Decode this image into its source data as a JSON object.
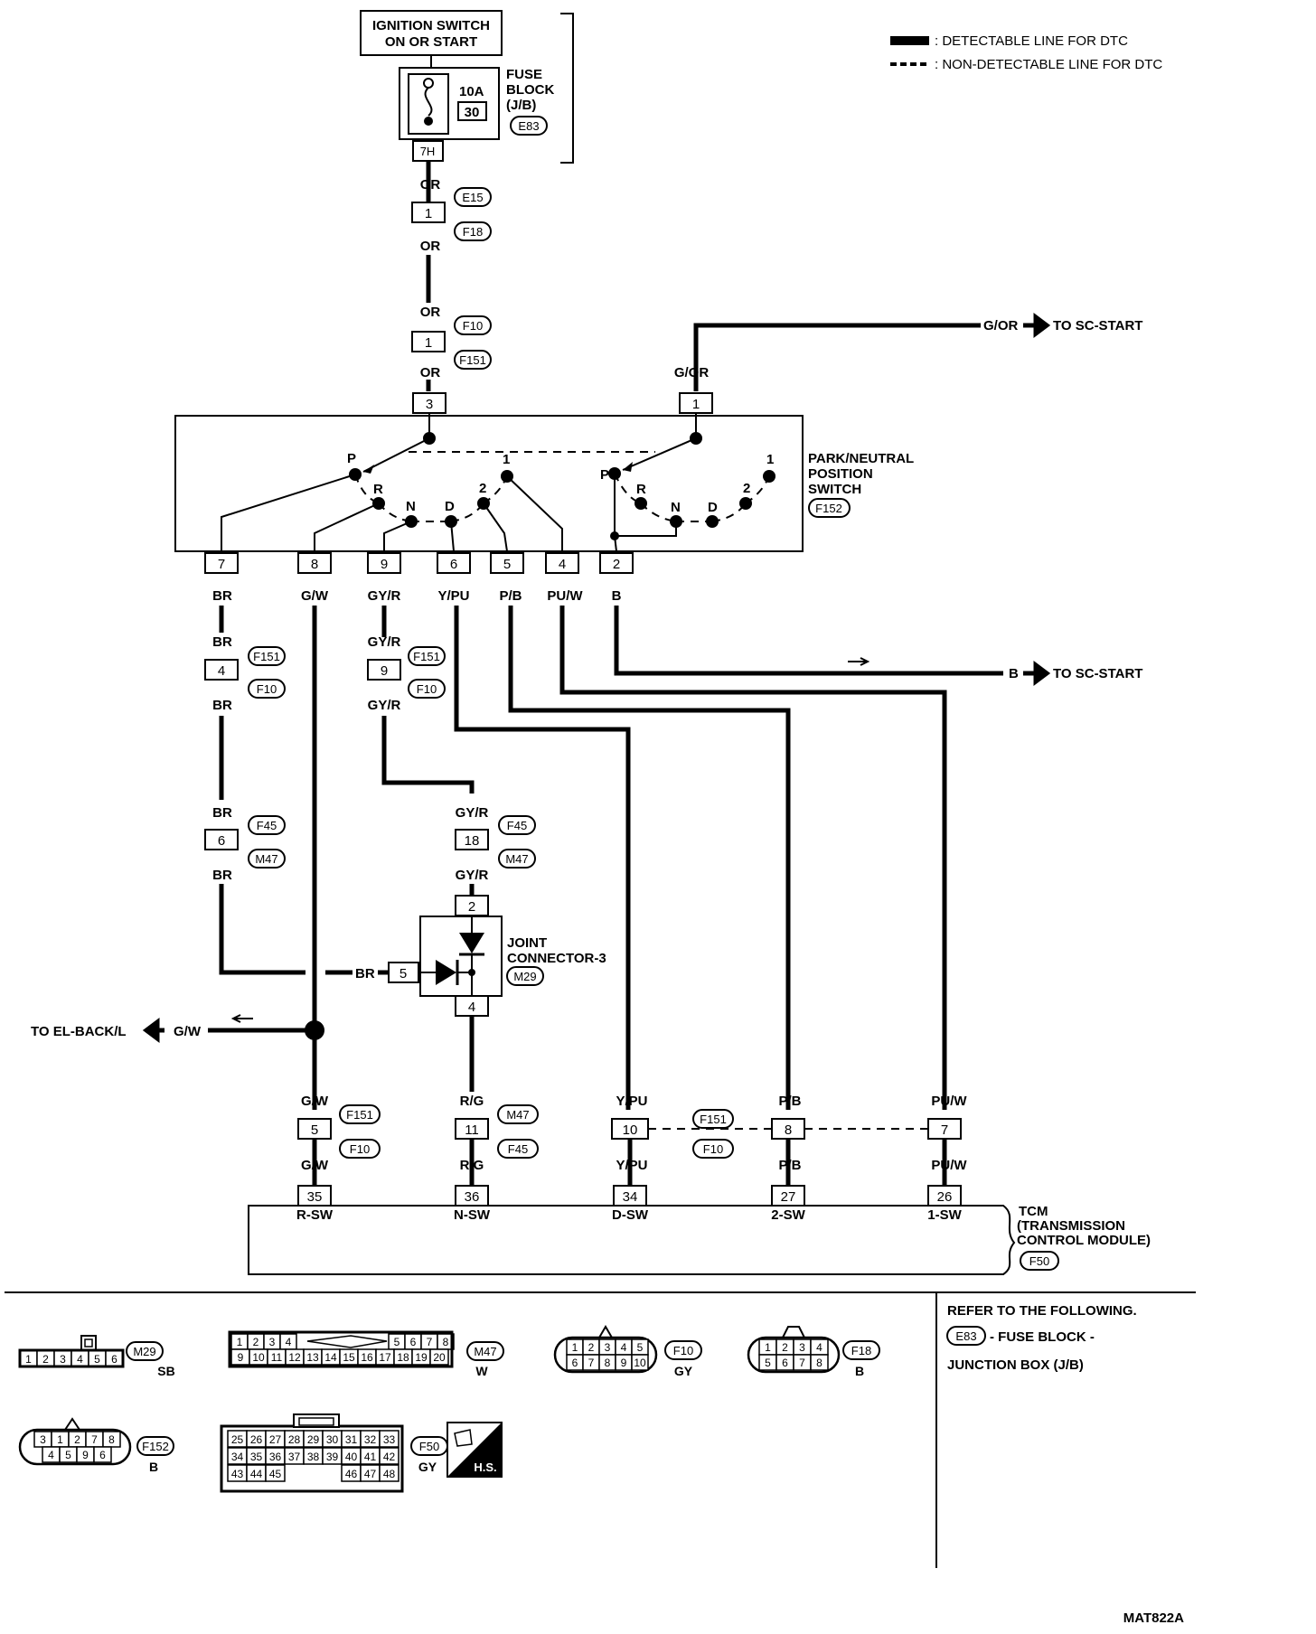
{
  "legend": {
    "detectable": ": DETECTABLE LINE FOR DTC",
    "non_detectable": ": NON-DETECTABLE LINE FOR DTC"
  },
  "power": {
    "ign_line1": "IGNITION SWITCH",
    "ign_line2": "ON OR START",
    "fuse_amp": "10A",
    "fuse_no": "30",
    "fuse_l1": "FUSE",
    "fuse_l2": "BLOCK",
    "fuse_l3": "(J/B)",
    "fuse_conn": "E83",
    "fuse_pin": "7H"
  },
  "connectors": {
    "e15": "E15",
    "f18": "F18",
    "f10": "F10",
    "f151": "F151",
    "f45": "F45",
    "m47": "M47",
    "f152": "F152",
    "m29": "M29",
    "f50": "F50"
  },
  "wires": {
    "or": "OR",
    "g_or": "G/OR",
    "br": "BR",
    "g_w": "G/W",
    "gy_r": "GY/R",
    "y_pu": "Y/PU",
    "p_b": "P/B",
    "pu_w": "PU/W",
    "b": "B",
    "r_g": "R/G"
  },
  "pins": {
    "p1": "1",
    "p2": "2",
    "p3": "3",
    "p4": "4",
    "p5": "5",
    "p6": "6",
    "p7": "7",
    "p8": "8",
    "p9": "9",
    "p10": "10",
    "p11": "11",
    "p18": "18",
    "p26": "26",
    "p27": "27",
    "p34": "34",
    "p35": "35",
    "p36": "36"
  },
  "switch": {
    "title1": "PARK/NEUTRAL",
    "title2": "POSITION",
    "title3": "SWITCH",
    "pos_p": "P",
    "pos_r": "R",
    "pos_n": "N",
    "pos_d": "D",
    "pos_2": "2",
    "pos_1": "1"
  },
  "joint": {
    "l1": "JOINT",
    "l2": "CONNECTOR-3"
  },
  "dest": {
    "sc_start": "TO SC-START",
    "el_back": "TO EL-BACK/L"
  },
  "tcm": {
    "l1": "TCM",
    "l2": "(TRANSMISSION",
    "l3": "CONTROL MODULE)",
    "r_sw": "R-SW",
    "n_sw": "N-SW",
    "d_sw": "D-SW",
    "sw2": "2-SW",
    "sw1": "1-SW"
  },
  "footer": {
    "refer": "REFER TO THE FOLLOWING.",
    "ref_conn": "E83",
    "ref_desc1": "- FUSE BLOCK -",
    "ref_desc2": "JUNCTION BOX (J/B)",
    "code": "MAT822A"
  },
  "conn_views": {
    "m29_label": "M29",
    "m29_color": "SB",
    "m29_top": [
      " "
    ],
    "m29_row": [
      "1",
      "2",
      "3",
      "4",
      "5",
      "6"
    ],
    "m47_label": "M47",
    "m47_color": "W",
    "m47_row1": [
      "1",
      "2",
      "3",
      "4",
      "5",
      "6",
      "7",
      "8"
    ],
    "m47_row2": [
      "9",
      "10",
      "11",
      "12",
      "13",
      "14",
      "15",
      "16",
      "17",
      "18",
      "19",
      "20"
    ],
    "f10_label": "F10",
    "f10_color": "GY",
    "f10_row1": [
      "1",
      "2",
      "3",
      "4",
      "5"
    ],
    "f10_row2": [
      "6",
      "7",
      "8",
      "9",
      "10"
    ],
    "f18_label": "F18",
    "f18_color": "B",
    "f18_row1": [
      "1",
      "2",
      "3",
      "4"
    ],
    "f18_row2": [
      "5",
      "6",
      "7",
      "8"
    ],
    "f152_label": "F152",
    "f152_color": "B",
    "f152_row1": [
      "3",
      "1",
      "2",
      "7",
      "8"
    ],
    "f152_row2": [
      "4",
      "5",
      "9",
      "6"
    ],
    "f50_label": "F50",
    "f50_color": "GY",
    "f50_row1": [
      "25",
      "26",
      "27",
      "28",
      "29",
      "30",
      "31",
      "32",
      "33"
    ],
    "f50_row2": [
      "34",
      "35",
      "36",
      "37",
      "38",
      "39",
      "40",
      "41",
      "42"
    ],
    "f50_row3": [
      "43",
      "44",
      "45",
      "46",
      "47",
      "48"
    ],
    "hs": "H.S."
  }
}
